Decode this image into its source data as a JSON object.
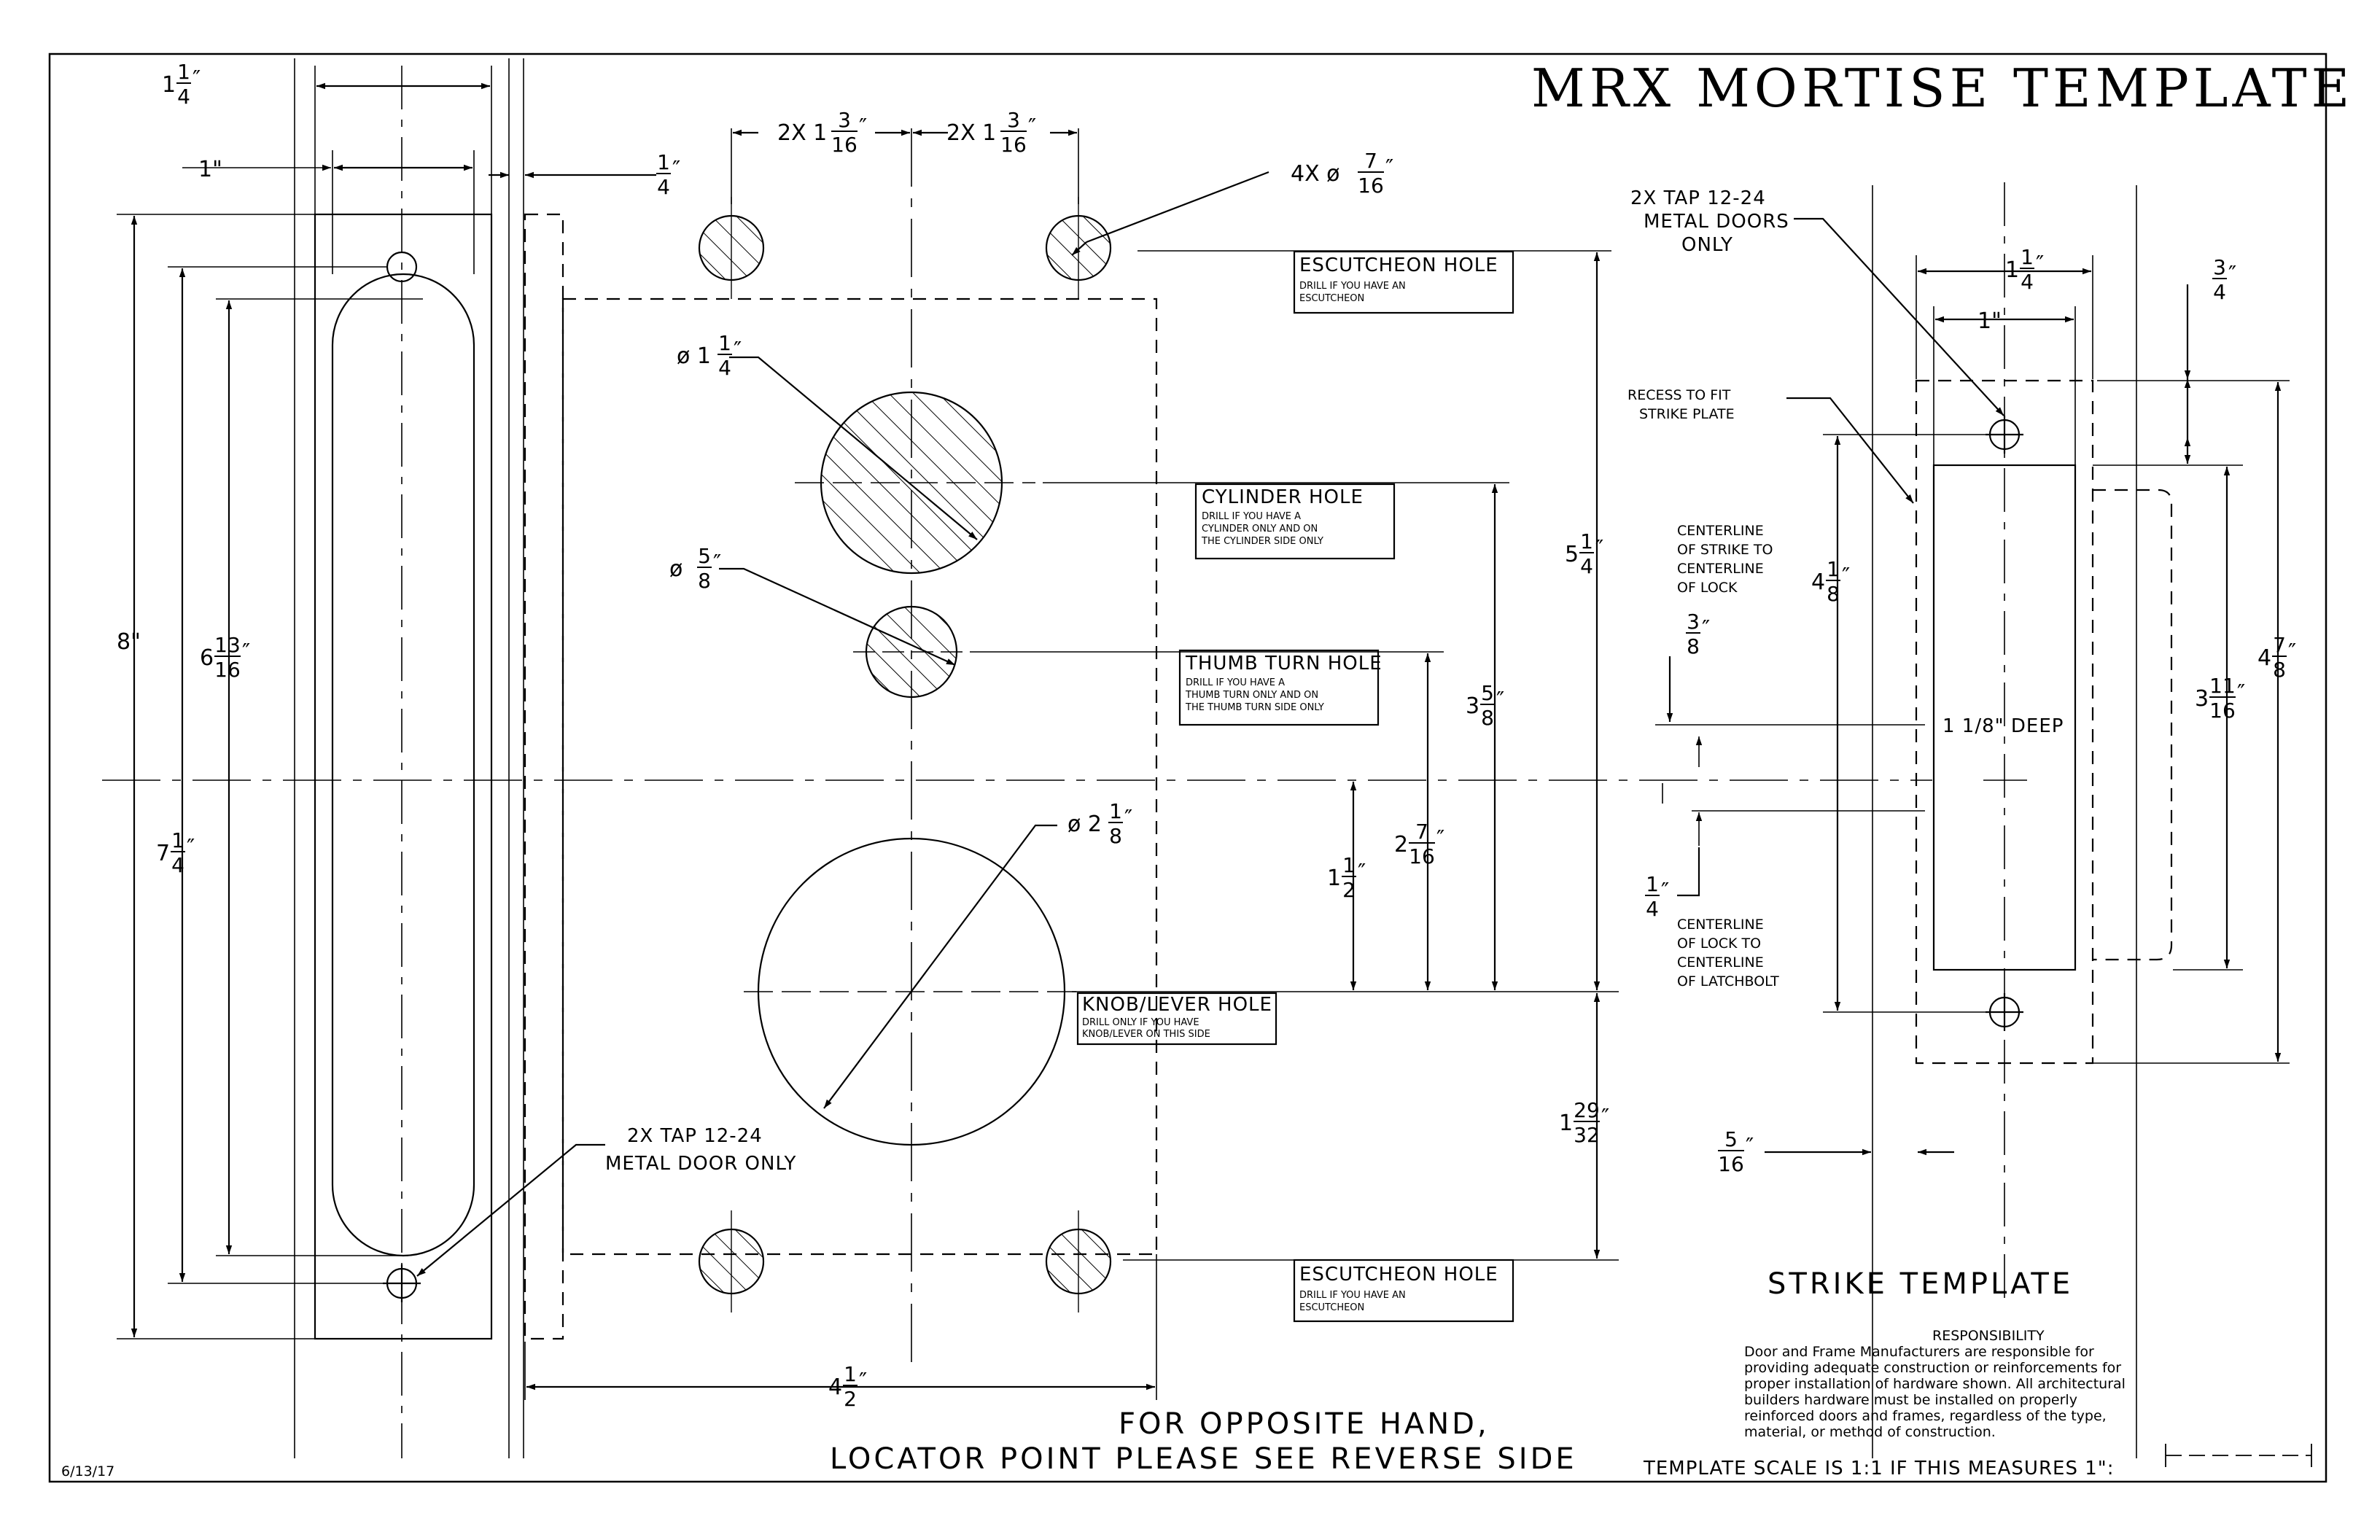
{
  "title": "MRX MORTISE TEMPLATE",
  "date": "6/13/17",
  "escutcheon_top": {
    "title": "ESCUTCHEON HOLE",
    "lines": [
      "DRILL IF YOU HAVE AN",
      "ESCUTCHEON"
    ]
  },
  "escutcheon_bottom": {
    "title": "ESCUTCHEON HOLE",
    "lines": [
      "DRILL IF YOU HAVE AN",
      "ESCUTCHEON"
    ]
  },
  "cylinder": {
    "title": "CYLINDER HOLE",
    "lines": [
      "DRILL IF YOU HAVE A",
      "CYLINDER ONLY AND ON",
      "THE CYLINDER SIDE ONLY"
    ]
  },
  "thumbturn": {
    "title": "THUMB TURN HOLE",
    "lines": [
      "DRILL IF YOU HAVE A",
      "THUMB TURN ONLY AND ON",
      "THE THUMB TURN SIDE ONLY"
    ]
  },
  "knob": {
    "title": "KNOB/LEVER HOLE",
    "lines": [
      "DRILL ONLY IF YOU HAVE",
      "KNOB/LEVER ON THIS SIDE"
    ]
  },
  "tap_metal_door": [
    "2X TAP 12-24",
    "METAL DOOR ONLY"
  ],
  "tap_metal_doors": [
    "2X TAP 12-24",
    "METAL DOORS",
    "ONLY"
  ],
  "recess": [
    "RECESS TO FIT",
    "STRIKE PLATE"
  ],
  "cl_strike": [
    "CENTERLINE",
    "OF STRIKE TO",
    "CENTERLINE",
    "OF LOCK"
  ],
  "cl_latch": [
    "CENTERLINE",
    "OF LOCK TO",
    "CENTERLINE",
    "OF LATCHBOLT"
  ],
  "deep": "1 1/8\" DEEP",
  "strike_title": "STRIKE TEMPLATE",
  "opposite": [
    "FOR OPPOSITE HAND,",
    "LOCATOR POINT PLEASE SEE REVERSE SIDE"
  ],
  "responsibility": {
    "heading": "RESPONSIBILITY",
    "lines": [
      "Door and Frame Manufacturers are responsible for",
      "providing adequate construction or reinforcements for",
      "proper installation of hardware shown. All architectural",
      "builders hardware must be installed on properly",
      "reinforced doors and frames, regardless of the type,",
      "material, or method of construction."
    ]
  },
  "scale_note": "TEMPLATE SCALE IS 1:1 IF THIS MEASURES 1\":",
  "dims": {
    "top_1_1_4": {
      "whole": "1",
      "num": "1",
      "den": "4"
    },
    "top_1": "1\"",
    "top_1_4": {
      "whole": "",
      "num": "1",
      "den": "4"
    },
    "spacing_left": {
      "prefix": "2X",
      "whole": "1",
      "num": "3",
      "den": "16"
    },
    "spacing_right": {
      "prefix": "2X",
      "whole": "1",
      "num": "3",
      "den": "16"
    },
    "esc_dia": {
      "prefix": "4X ø",
      "whole": "",
      "num": "7",
      "den": "16"
    },
    "cyl_dia": {
      "prefix": "ø",
      "whole": "1",
      "num": "1",
      "den": "4"
    },
    "thumb_dia": {
      "prefix": "ø",
      "whole": "",
      "num": "5",
      "den": "8"
    },
    "knob_dia": {
      "prefix": "ø",
      "whole": "2",
      "num": "1",
      "den": "8"
    },
    "h8": "8\"",
    "h6_13_16": {
      "whole": "6",
      "num": "13",
      "den": "16"
    },
    "h7_1_4": {
      "whole": "7",
      "num": "1",
      "den": "4"
    },
    "h5_1_4": {
      "whole": "5",
      "num": "1",
      "den": "4"
    },
    "h3_5_8": {
      "whole": "3",
      "num": "5",
      "den": "8"
    },
    "h2_7_16": {
      "whole": "2",
      "num": "7",
      "den": "16"
    },
    "h1_1_2": {
      "whole": "1",
      "num": "1",
      "den": "2"
    },
    "h1_29_32": {
      "whole": "1",
      "num": "29",
      "den": "32"
    },
    "w4_1_2": {
      "whole": "4",
      "num": "1",
      "den": "2"
    },
    "s1_1_4": {
      "whole": "1",
      "num": "1",
      "den": "4"
    },
    "s1": "1\"",
    "s3_4": {
      "whole": "",
      "num": "3",
      "den": "4"
    },
    "s4_1_8": {
      "whole": "4",
      "num": "1",
      "den": "8"
    },
    "s4_7_8": {
      "whole": "4",
      "num": "7",
      "den": "8"
    },
    "s3_11_16": {
      "whole": "3",
      "num": "11",
      "den": "16"
    },
    "s3_8": {
      "whole": "",
      "num": "3",
      "den": "8"
    },
    "s1_4": {
      "whole": "",
      "num": "1",
      "den": "4"
    },
    "s5_16": {
      "whole": "",
      "num": "5",
      "den": "16"
    }
  }
}
